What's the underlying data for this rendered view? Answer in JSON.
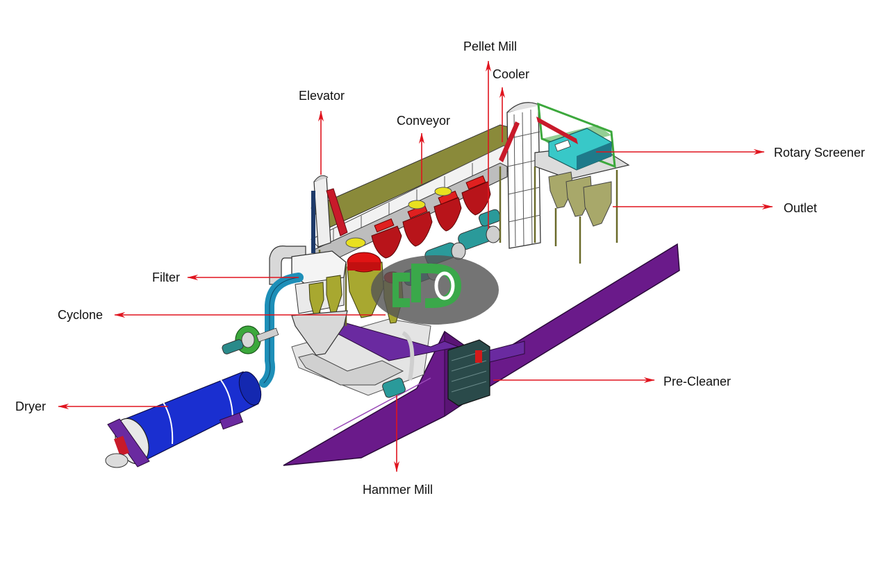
{
  "labels": {
    "pellet_mill": "Pellet Mill",
    "cooler": "Cooler",
    "elevator": "Elevator",
    "conveyor": "Conveyor",
    "rotary_screener": "Rotary Screener",
    "outlet": "Outlet",
    "filter": "Filter",
    "cyclone": "Cyclone",
    "pre_cleaner": "Pre-Cleaner",
    "dryer": "Dryer",
    "hammer_mill": "Hammer Mill"
  },
  "colors": {
    "arrow": "#e0141e",
    "dryer": "#1a2fd0",
    "duct": "#1e8fb8",
    "purple": "#6a1a8a",
    "cyclone": "#a8a830",
    "red_part": "#d4141a",
    "screener": "#38c8c8",
    "green_frame": "#3ca83c",
    "frame": "#8a8a3a",
    "logo_gray": "#555555",
    "logo_green": "#3aa84a"
  }
}
